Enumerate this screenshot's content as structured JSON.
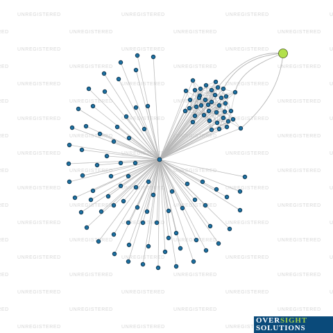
{
  "watermark_text": "UNREGISTERED",
  "logo": {
    "word1": "OVER",
    "word2": "SIGHT",
    "word3": "SOLUTIONS"
  },
  "colors": {
    "background": "#ffffff",
    "edge": "#b4b4b4",
    "node_fill": "#1b6fa0",
    "node_stroke": "#0b2a40",
    "highlight_fill": "#b2e04c",
    "highlight_stroke": "#4a5a20",
    "watermark": "#d6d6d6",
    "logo_bg": "#0a4a7a",
    "logo_accent": "#9fd04a"
  },
  "graph": {
    "hub_count": 1,
    "highlighted_node_count": 1,
    "node_count": 121
  }
}
